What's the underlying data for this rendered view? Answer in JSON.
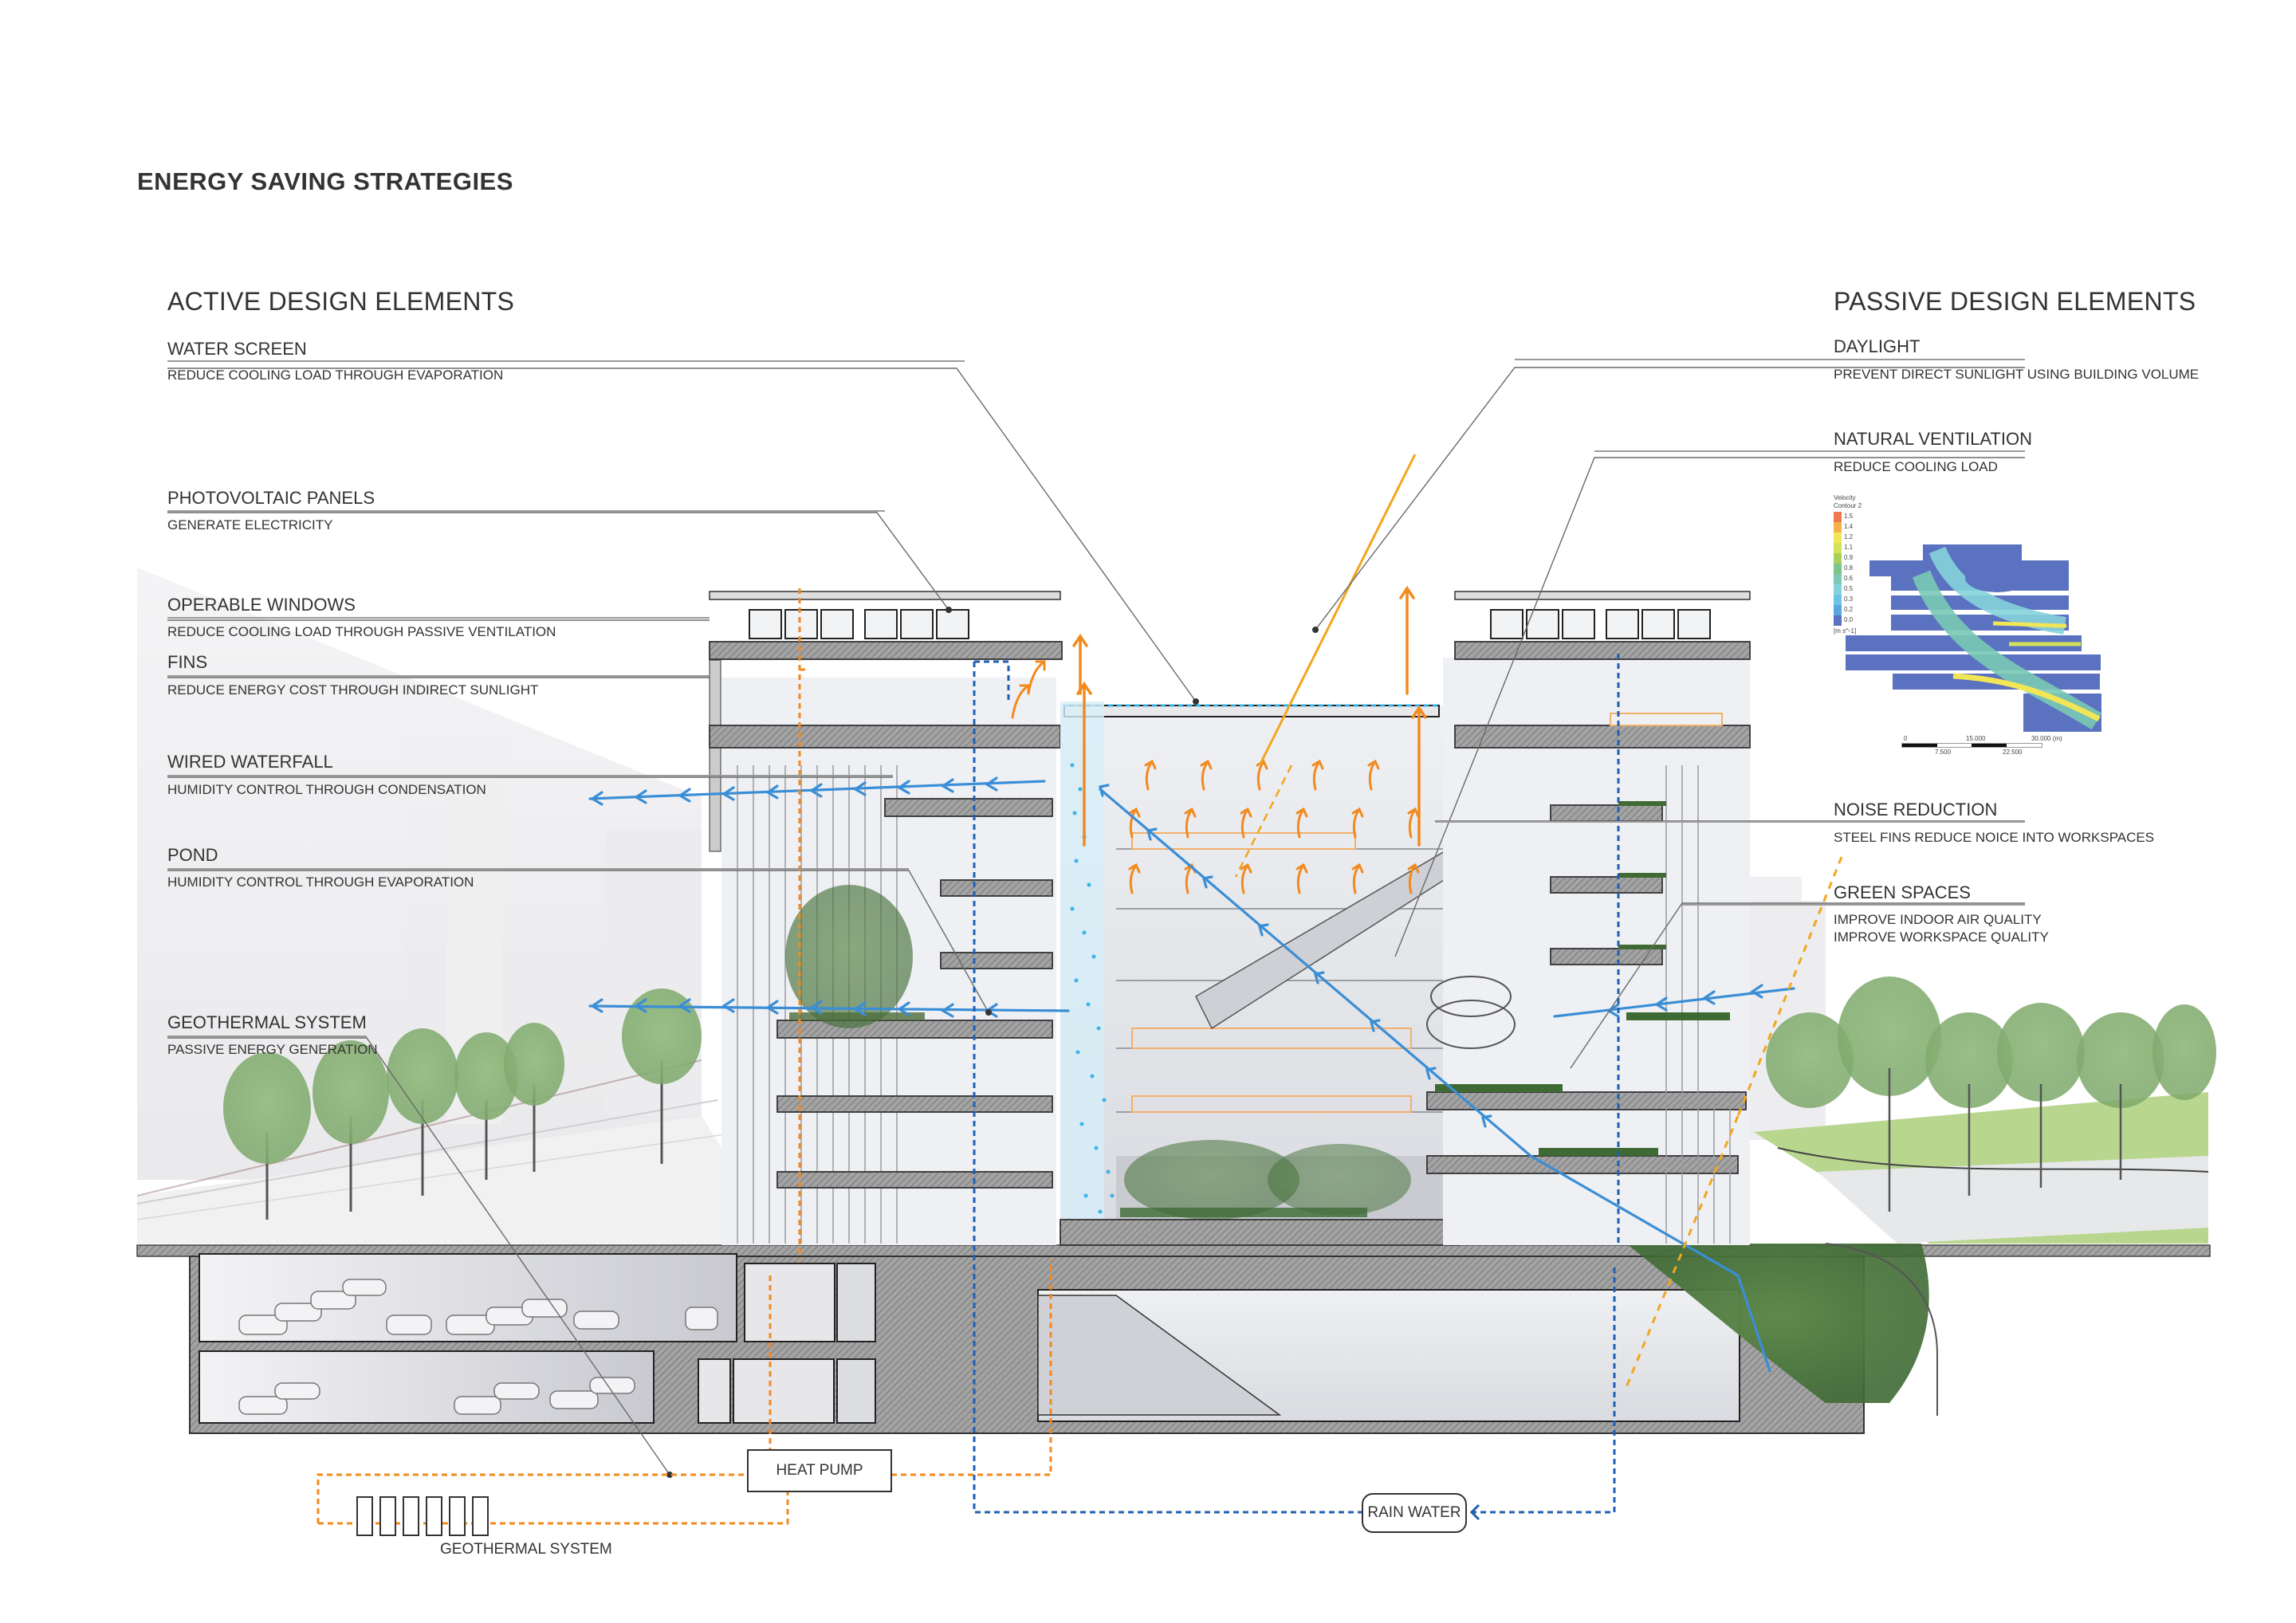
{
  "title": "ENERGY SAVING STRATEGIES",
  "active": {
    "heading": "ACTIVE DESIGN ELEMENTS",
    "items": [
      {
        "title": "WATER SCREEN",
        "desc": [
          "REDUCE COOLING LOAD THROUGH EVAPORATION"
        ]
      },
      {
        "title": "PHOTOVOLTAIC PANELS",
        "desc": [
          "GENERATE ELECTRICITY"
        ]
      },
      {
        "title": "OPERABLE WINDOWS",
        "desc": [
          "REDUCE COOLING LOAD THROUGH PASSIVE VENTILATION"
        ]
      },
      {
        "title": "FINS",
        "desc": [
          "REDUCE ENERGY COST THROUGH INDIRECT SUNLIGHT"
        ]
      },
      {
        "title": "WIRED WATERFALL",
        "desc": [
          "HUMIDITY CONTROL THROUGH CONDENSATION"
        ]
      },
      {
        "title": "POND",
        "desc": [
          "HUMIDITY CONTROL THROUGH EVAPORATION"
        ]
      },
      {
        "title": "GEOTHERMAL SYSTEM",
        "desc": [
          "PASSIVE ENERGY GENERATION"
        ]
      }
    ]
  },
  "passive": {
    "heading": "PASSIVE DESIGN ELEMENTS",
    "items": [
      {
        "title": "DAYLIGHT",
        "desc": [
          "PREVENT DIRECT SUNLIGHT USING BUILDING VOLUME"
        ]
      },
      {
        "title": "NATURAL VENTILATION",
        "desc": [
          "REDUCE COOLING LOAD"
        ]
      },
      {
        "title": "NOISE REDUCTION",
        "desc": [
          "STEEL FINS REDUCE NOICE INTO WORKSPACES"
        ]
      },
      {
        "title": "GREEN SPACES",
        "desc": [
          "IMPROVE INDOOR AIR QUALITY",
          "IMPROVE WORKSPACE QUALITY"
        ]
      }
    ]
  },
  "cfd": {
    "legend_title": [
      "Velocity",
      "Contour 2"
    ],
    "legend_values": [
      "1.5",
      "1.4",
      "1.2",
      "1.1",
      "0.9",
      "0.8",
      "0.6",
      "0.5",
      "0.3",
      "0.2",
      "0.0"
    ],
    "legend_unit": "[m s^-1]",
    "legend_colors": [
      "#f07850",
      "#f6b24a",
      "#f2e556",
      "#d6e15a",
      "#a9d05a",
      "#7cc48a",
      "#79c9b5",
      "#85d3da",
      "#6cc3ea",
      "#5aa7e0",
      "#5b72c0"
    ],
    "scale_top": [
      "0",
      "15.000",
      "30.000  (m)"
    ],
    "scale_bottom": [
      "7.500",
      "22.500"
    ]
  },
  "diagram": {
    "heat_pump": "HEAT PUMP",
    "geothermal": "GEOTHERMAL SYSTEM",
    "rain_water": "RAIN WATER",
    "colors": {
      "warm_air": "#f28a1e",
      "cool_air": "#3a8ed6",
      "water": "#1f5fb5",
      "mist": "#39b5ea",
      "sun": "#f2a61e",
      "slab": "#8c8c8c",
      "line": "#555555"
    }
  }
}
